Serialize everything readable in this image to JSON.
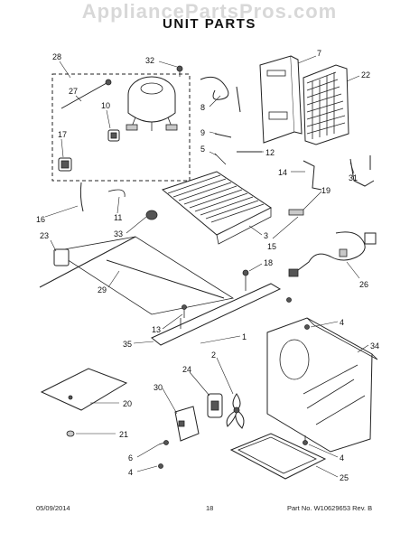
{
  "watermark": "AppliancePartsPros.com",
  "page_title": "UNIT PARTS",
  "footer": {
    "date": "05/09/2014",
    "page": "18",
    "part_no": "Part No. W10629653  Rev. B"
  },
  "callouts": [
    "28",
    "32",
    "7",
    "22",
    "27",
    "10",
    "17",
    "8",
    "9",
    "5",
    "12",
    "14",
    "31",
    "19",
    "16",
    "11",
    "23",
    "33",
    "3",
    "15",
    "18",
    "26",
    "29",
    "13",
    "4",
    "35",
    "1",
    "34",
    "24",
    "2",
    "30",
    "20",
    "21",
    "6",
    "4",
    "25",
    "4"
  ],
  "colors": {
    "line": "#222222",
    "shade": "#c9c9c9",
    "watermark": "#d8d8d8"
  }
}
